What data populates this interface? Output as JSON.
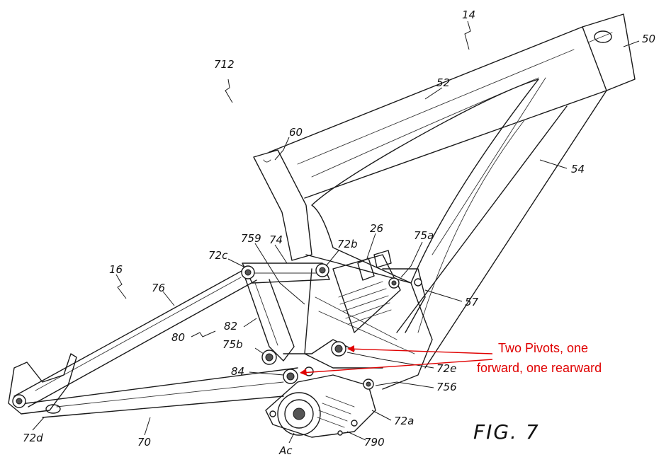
{
  "figure": {
    "title": "FIG. 7",
    "annotation_line1": "Two Pivots, one",
    "annotation_line2": "forward, one rearward",
    "annotation_color": "#e00000",
    "labels": {
      "l14": "14",
      "l50": "50",
      "l712": "712",
      "l52": "52",
      "l60": "60",
      "l54": "54",
      "l26": "26",
      "l75a": "75a",
      "l759": "759",
      "l74": "74",
      "l72b": "72b",
      "l72c": "72c",
      "l16": "16",
      "l76": "76",
      "l57": "57",
      "l82": "82",
      "l80": "80",
      "l75b": "75b",
      "l84": "84",
      "l72e": "72e",
      "l756": "756",
      "l72d": "72d",
      "l70": "70",
      "l72a": "72a",
      "l790": "790",
      "lAc": "Ac"
    }
  }
}
